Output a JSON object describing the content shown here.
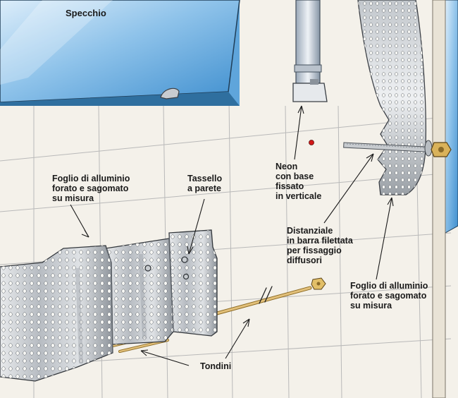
{
  "labels": {
    "mirror": "Specchio",
    "foil_left": "Foglio di alluminio\nforato e sagomato\nsu misura",
    "wall_anchor": "Tassello\na parete",
    "neon": "Neon\ncon base\nfissato\nin verticale",
    "spacer": "Distanziale\nin barra filettata\nper fissaggio\ndiffusori",
    "foil_right": "Foglio di alluminio\nforato e sagomato\nsu misura",
    "rods": "Tondini"
  },
  "colors": {
    "wall": "#f4f1ea",
    "tile_line": "#b9b9b9",
    "mirror": "#4a9bd6",
    "mirror_light": "#cfe6f7",
    "aluminium": "#c9cdd2",
    "aluminium_dark": "#6f757c",
    "hole": "#f7f7f4",
    "rod": "#d9b25a",
    "screw_red": "#d21818"
  }
}
